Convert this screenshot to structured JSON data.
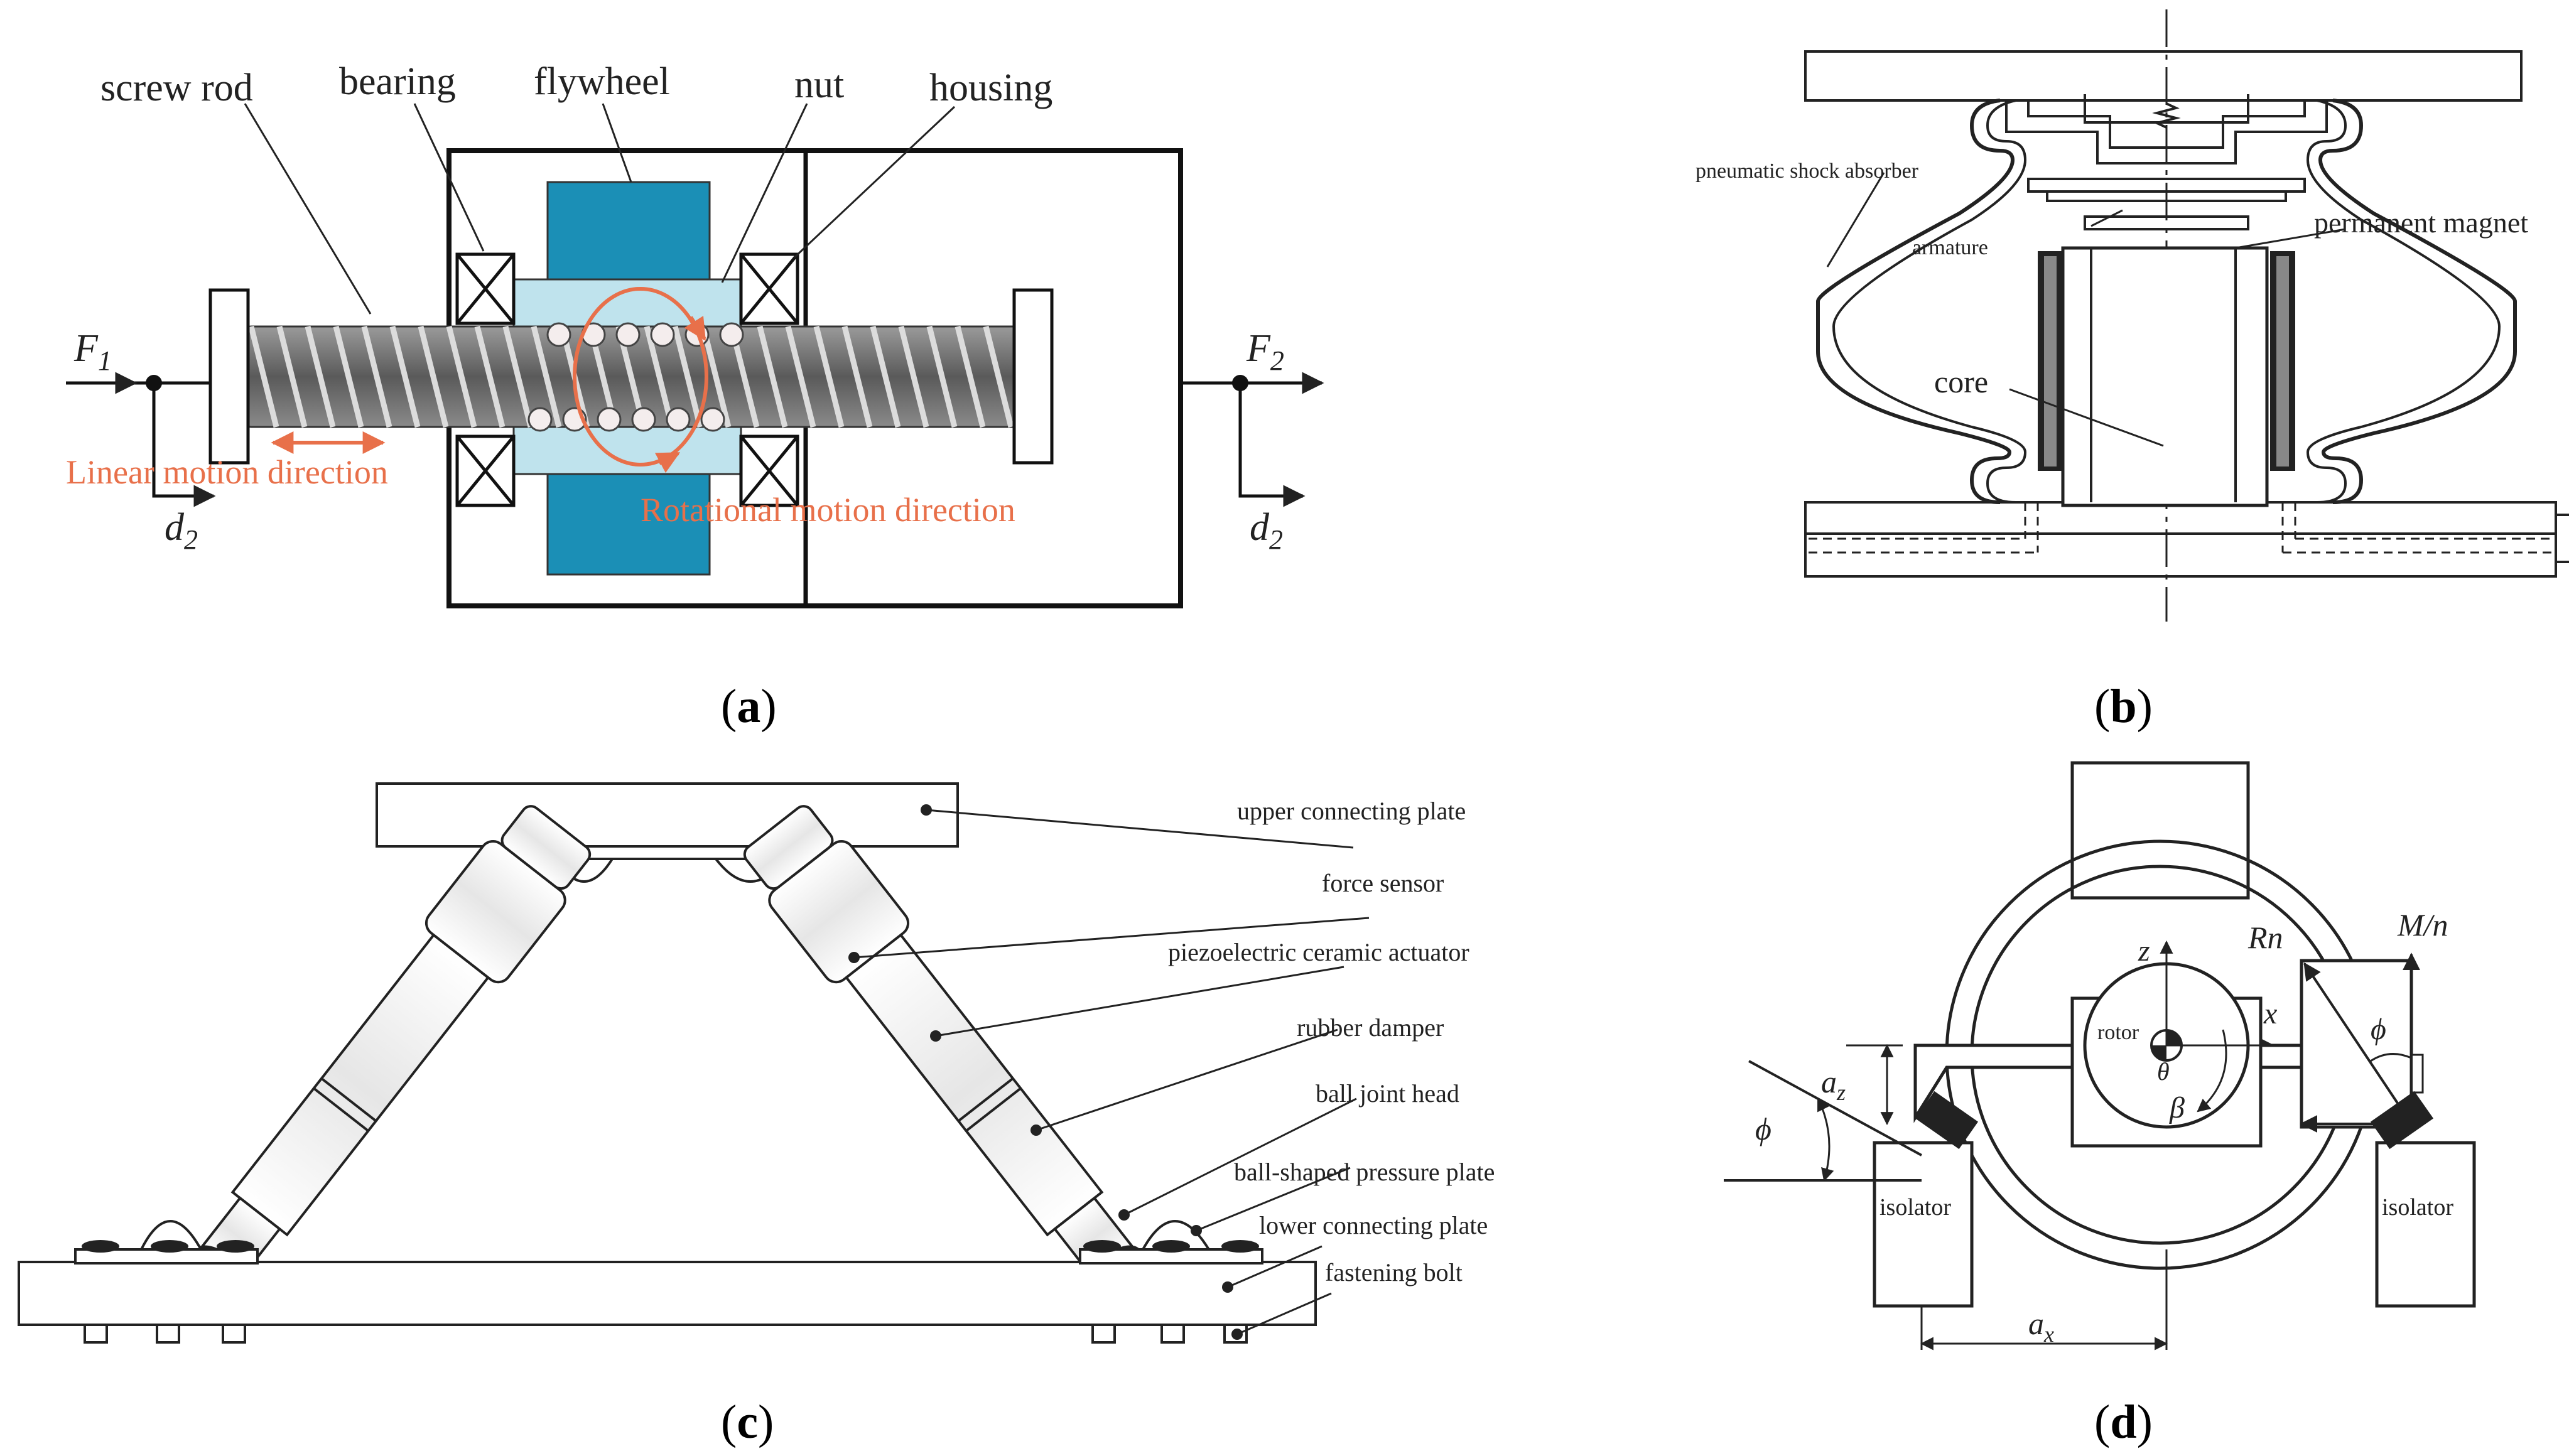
{
  "panel_a": {
    "caption": "a",
    "labels": {
      "screw_rod": "screw rod",
      "bearing": "bearing",
      "flywheel": "flywheel",
      "nut": "nut",
      "housing": "housing",
      "f1": "F",
      "f1_sub": "1",
      "f2": "F",
      "f2_sub": "2",
      "d2_left": "d",
      "d2_left_sub": "2",
      "d2_right": "d",
      "d2_right_sub": "2",
      "linear_motion": "Linear motion direction",
      "rotational_motion": "Rotational motion direction"
    },
    "colors": {
      "flywheel": "#1b8fb6",
      "nut": "#bfe3ed",
      "arrow": "#e8704a"
    }
  },
  "panel_b": {
    "caption": "b",
    "labels": {
      "pneumatic": "pneumatic shock absorber",
      "armature": "armature",
      "magnet": "permanent magnet",
      "core": "core"
    }
  },
  "panel_c": {
    "caption": "c",
    "labels": {
      "upper_plate": "upper connecting plate",
      "force_sensor": "force sensor",
      "piezo": "piezoelectric ceramic actuator",
      "rubber": "rubber damper",
      "ball_joint": "ball joint head",
      "ball_plate": "ball-shaped pressure plate",
      "lower_plate": "lower connecting plate",
      "bolt": "fastening bolt"
    }
  },
  "panel_d": {
    "caption": "d",
    "labels": {
      "rn": "Rn",
      "mn": "M/n",
      "z": "z",
      "x": "x",
      "rotor": "rotor",
      "theta": "θ",
      "beta": "β",
      "phi_left": "ϕ",
      "phi_right": "ϕ",
      "az": "a",
      "az_sub": "z",
      "ax": "a",
      "ax_sub": "x",
      "isolator_left": "isolator",
      "isolator_right": "isolator"
    }
  }
}
